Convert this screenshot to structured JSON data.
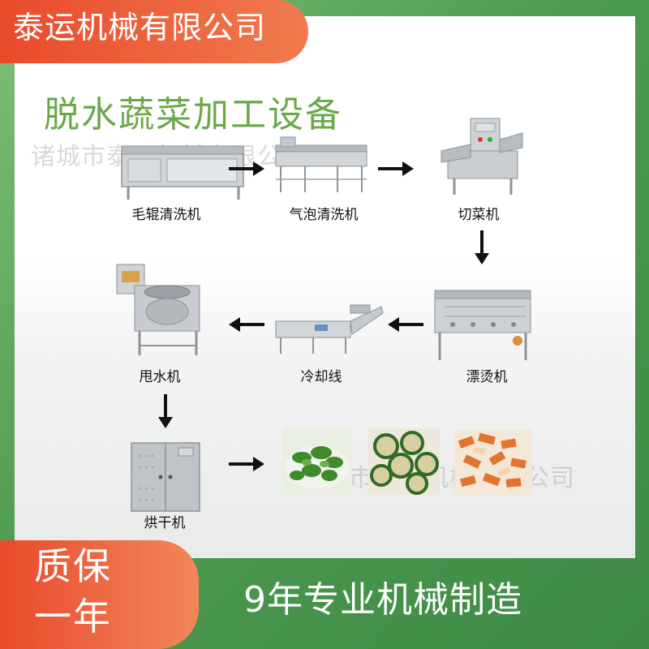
{
  "brand": {
    "company_name": "泰运机械有限公司"
  },
  "title": "脱水蔬菜加工设备",
  "watermarks": {
    "top": "诸城市泰运机械有限公司",
    "bottom": "诸城市泰运机械有限公司"
  },
  "process_steps": [
    {
      "label": "毛辊清洗机",
      "icon": "brush-roller-washer"
    },
    {
      "label": "气泡清洗机",
      "icon": "bubble-washer"
    },
    {
      "label": "切菜机",
      "icon": "vegetable-cutter"
    },
    {
      "label": "漂烫机",
      "icon": "blanching-machine"
    },
    {
      "label": "冷却线",
      "icon": "cooling-line"
    },
    {
      "label": "甩水机",
      "icon": "dewatering-machine"
    },
    {
      "label": "烘干机",
      "icon": "drying-oven"
    }
  ],
  "products": [
    {
      "name": "dried-leafy-greens-photo"
    },
    {
      "name": "dried-cucumber-slices-photo"
    },
    {
      "name": "dried-carrot-slices-photo"
    }
  ],
  "warranty": {
    "line1": "质保",
    "line2": "一年"
  },
  "slogan": "9年专业机械制造",
  "colors": {
    "brand_red": "#e94a2c",
    "title_green": "#6aa84a",
    "frame_green": "#4e9a50"
  }
}
